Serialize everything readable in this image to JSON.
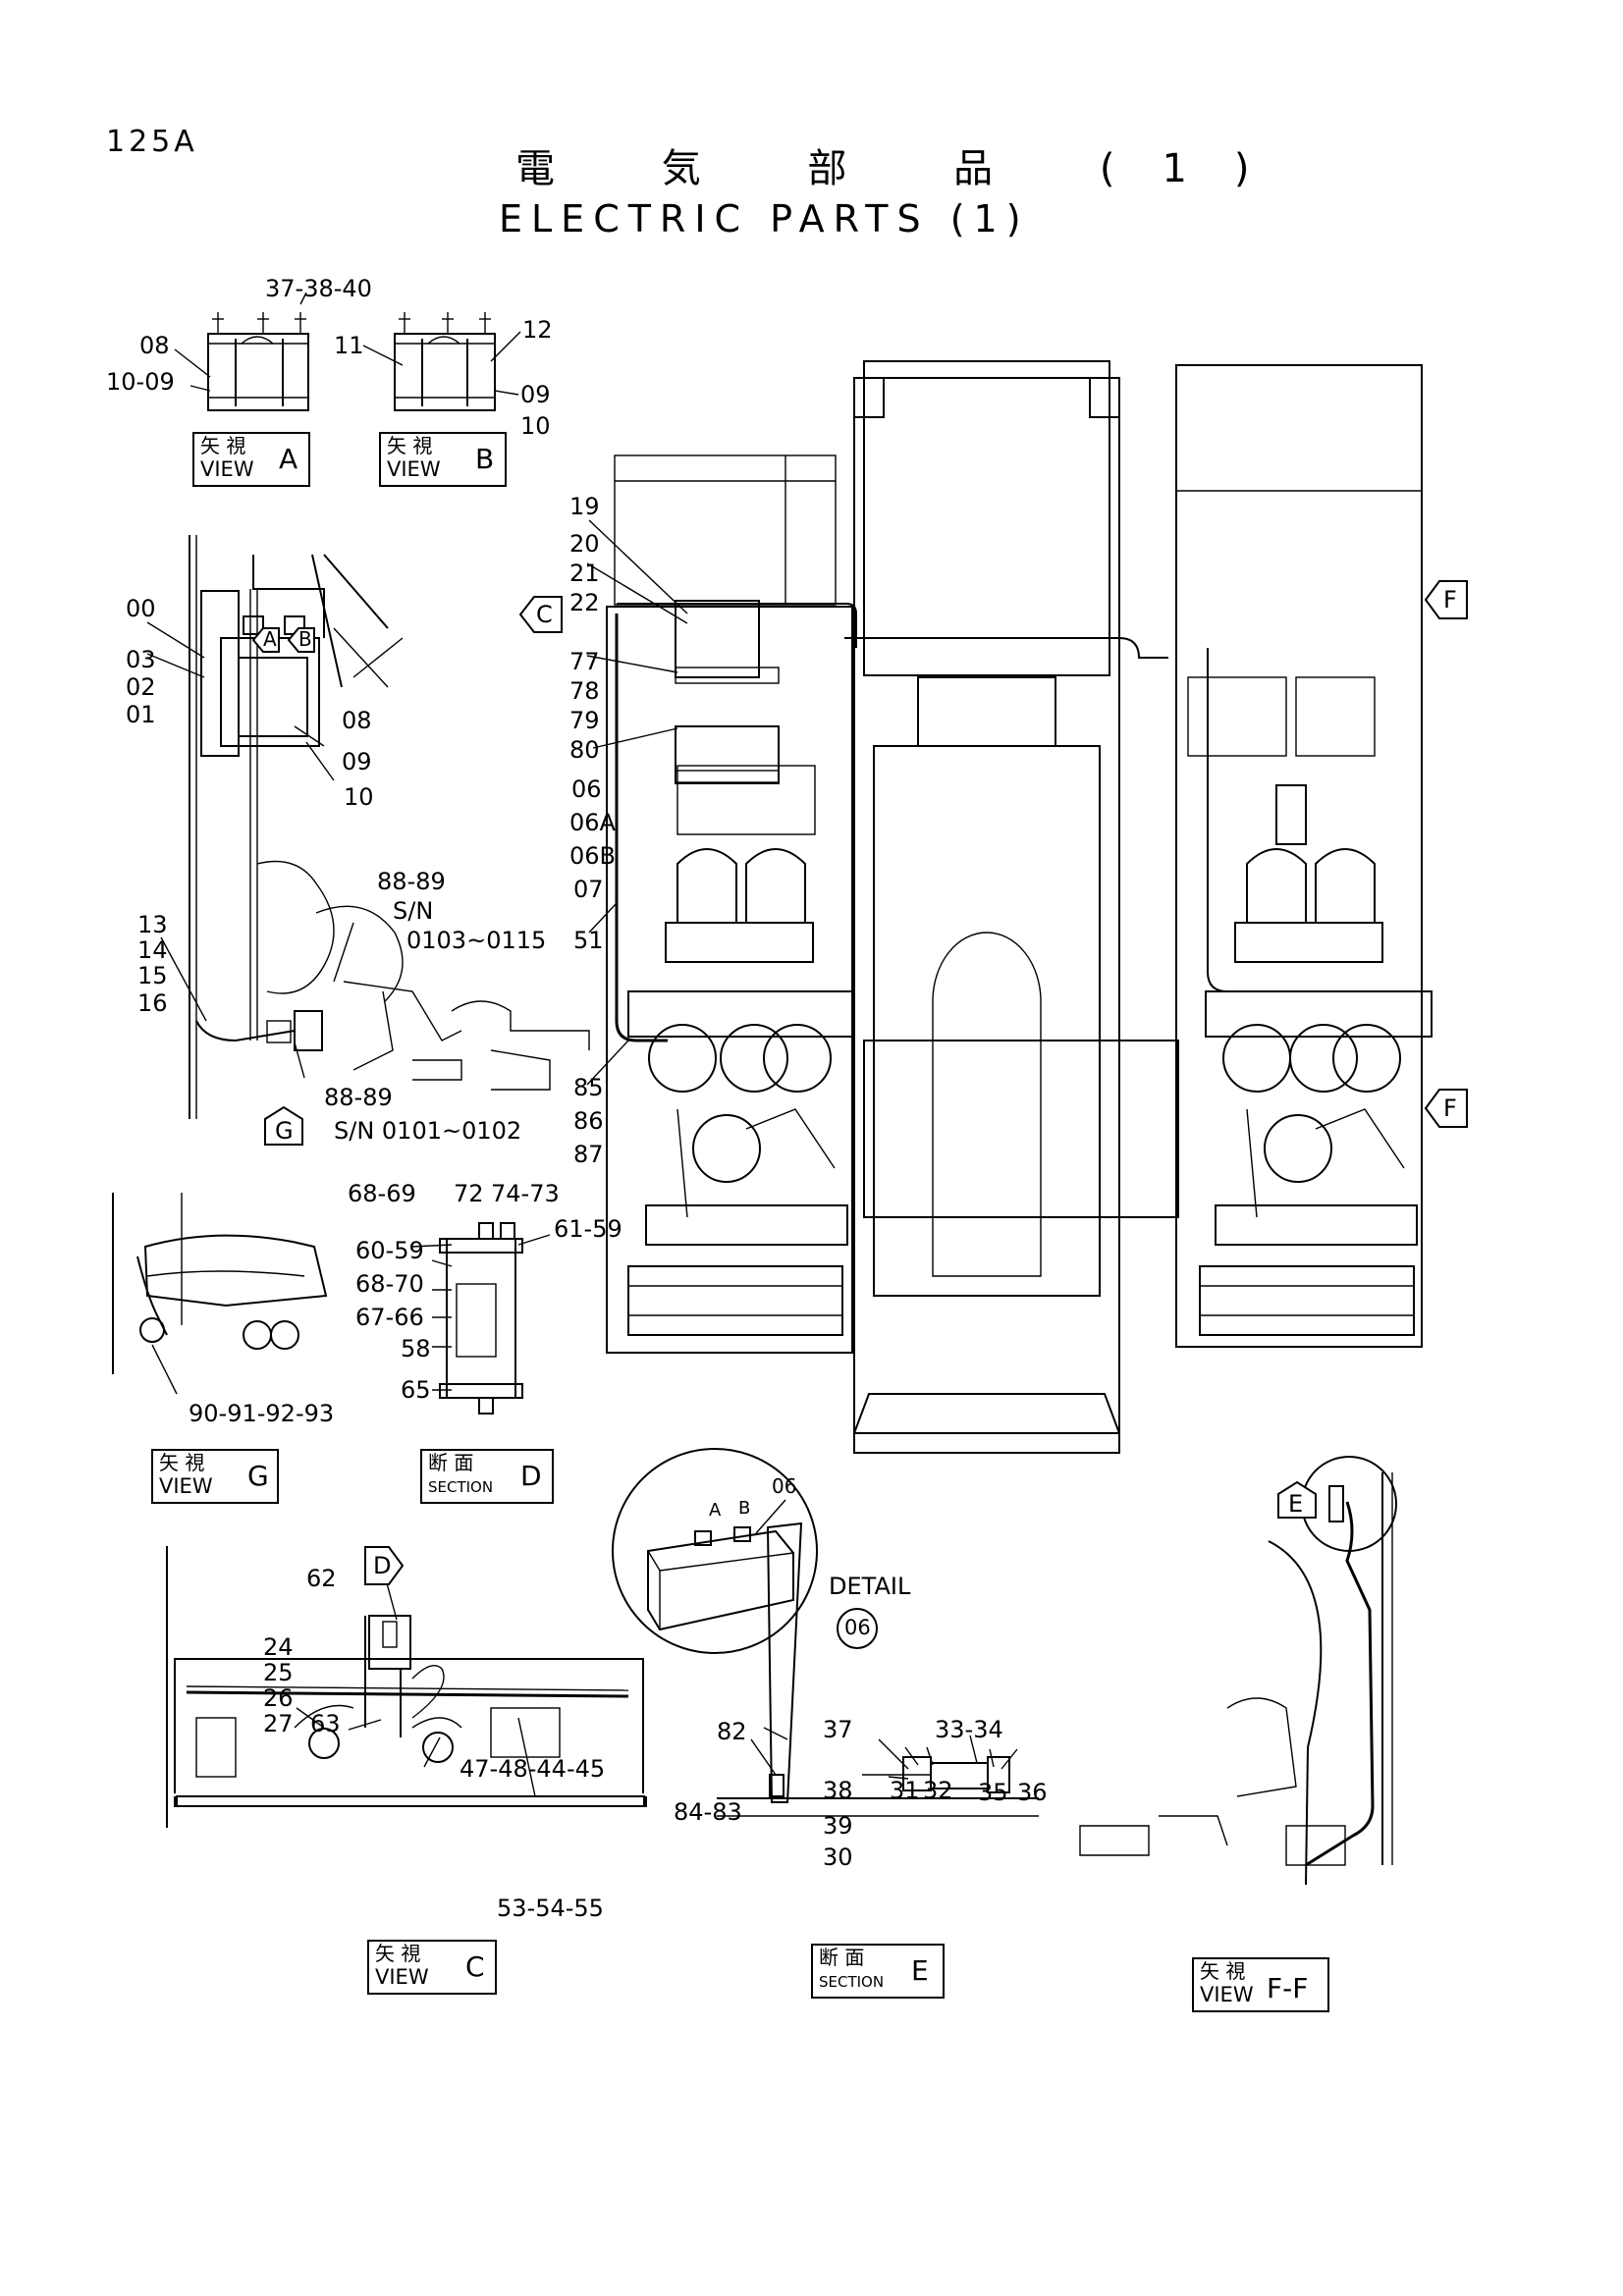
{
  "page_id": "125A",
  "title_jp": "電 気 部 品 (1)",
  "title_en": "ELECTRIC PARTS (1)",
  "views": {
    "a": {
      "jp": "矢 視",
      "en": "VIEW",
      "letter": "A"
    },
    "b": {
      "jp": "矢 視",
      "en": "VIEW",
      "letter": "B"
    },
    "g": {
      "jp": "矢 視",
      "en": "VIEW",
      "letter": "G"
    },
    "d": {
      "jp": "断 面",
      "en": "SECTION",
      "letter": "D"
    },
    "c": {
      "jp": "矢 視",
      "en": "VIEW",
      "letter": "C"
    },
    "e": {
      "jp": "断 面",
      "en": "SECTION",
      "letter": "E"
    },
    "f": {
      "jp": "矢 視",
      "en": "VIEW",
      "letter": "F-F"
    }
  },
  "markers": [
    "C",
    "F",
    "F",
    "G",
    "D",
    "E",
    "A",
    "B"
  ],
  "detail": {
    "label": "DETAIL",
    "number": "06"
  },
  "part_labels": [
    "37-38-40",
    "08",
    "10-09",
    "11",
    "12",
    "09",
    "10",
    "00",
    "03",
    "02",
    "01",
    "08",
    "09",
    "10",
    "88-89",
    "S/N",
    "0103~0115",
    "13",
    "14",
    "15",
    "16",
    "88-89",
    "S/N 0101~0102",
    "19",
    "20",
    "21",
    "22",
    "77",
    "78",
    "79",
    "80",
    "06",
    "06A",
    "06B",
    "07",
    "51",
    "85",
    "86",
    "87",
    "68-69",
    "72",
    "74-73",
    "61-59",
    "60-59",
    "68-70",
    "67-66",
    "58",
    "65",
    "90-91-92-93",
    "06",
    "A",
    "B",
    "62",
    "24",
    "25",
    "26",
    "27",
    "63",
    "47-48-44-45",
    "53-54-55",
    "82",
    "84-83",
    "37",
    "38",
    "39",
    "30",
    "31",
    "32",
    "33-34",
    "35",
    "36"
  ]
}
